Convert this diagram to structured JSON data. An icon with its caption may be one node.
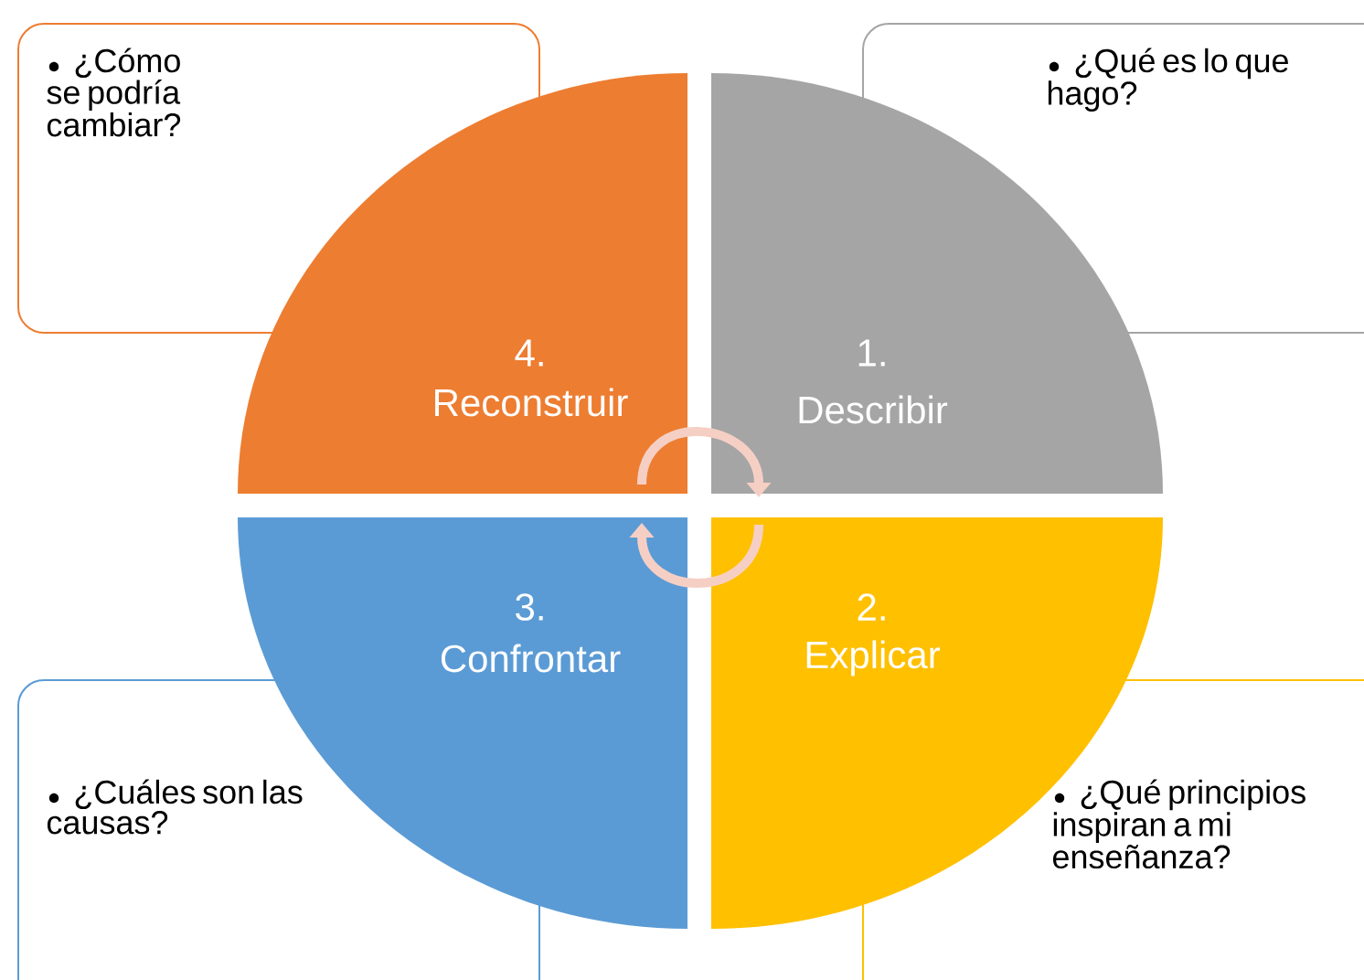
{
  "diagram": {
    "nodes": [
      {
        "text": [
          "¿Cómo se podría cambiar?"
        ]
      },
      {
        "text": [
          "¿Qué es lo que hago?"
        ]
      },
      {
        "text": [
          "4.",
          "Reconstruir"
        ]
      },
      {
        "text": [
          "1.",
          "Describir"
        ]
      },
      {
        "text": [
          "3.",
          "Confrontar"
        ]
      },
      {
        "text": [
          "2.",
          "Explicar"
        ]
      },
      {
        "text": [
          "¿Cuáles son las causas?"
        ]
      },
      {
        "text": [
          "¿Qué principios inspiran a mi enseñanza?"
        ]
      }
    ],
    "edges": [
      {
        "from": 2,
        "to": 3,
        "arrow": "to"
      },
      {
        "from": 5,
        "to": 4,
        "arrow": "to"
      }
    ]
  }
}
